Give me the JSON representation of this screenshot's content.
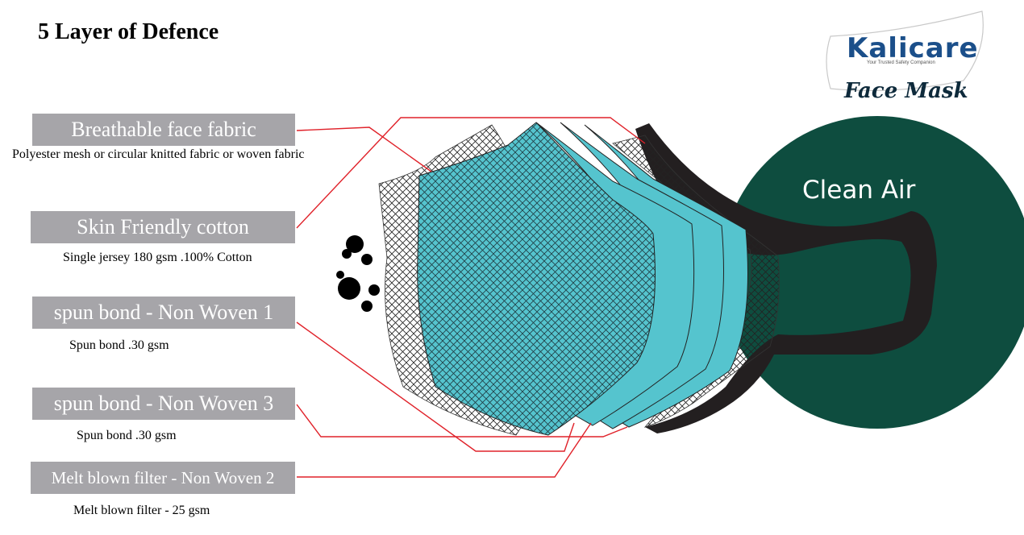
{
  "title": "5 Layer of Defence",
  "brand": {
    "name": "Kalicare",
    "tagline": "Your Trusted Safety Companion",
    "product": "Face Mask"
  },
  "clean_air_label": "Clean Air",
  "layers": [
    {
      "label": "Breathable face fabric",
      "description": "Polyester mesh or circular knitted fabric or woven fabric"
    },
    {
      "label": "Skin Friendly cotton",
      "description": "Single jersey 180 gsm .100% Cotton"
    },
    {
      "label": "spun bond - Non Woven 1",
      "description": "Spun bond .30 gsm"
    },
    {
      "label": "spun bond - Non Woven 3",
      "description": "Spun bond .30 gsm"
    },
    {
      "label": "Melt blown filter - Non Woven 2",
      "description": "Melt blown filter - 25 gsm"
    }
  ],
  "colors": {
    "label_bg": "#a6a5a9",
    "leader_line": "#e0222a",
    "filter_teal": "#55c4ce",
    "clean_air_circle": "#0e4d3f",
    "strap": "#231f20"
  }
}
